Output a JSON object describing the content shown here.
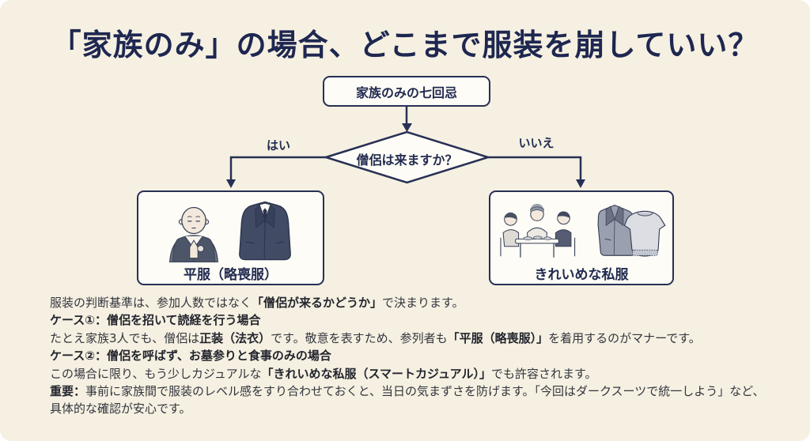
{
  "colors": {
    "background": "#f5f0e1",
    "navy": "#273055",
    "box_fill": "#fdfcf6",
    "body_text": "#33353e"
  },
  "title": "「家族のみ」の場合、どこまで服装を崩していい？",
  "flowchart": {
    "start_node": "家族のみの七回忌",
    "decision_node": "僧侶は来ますか？",
    "branch_yes": "はい",
    "branch_no": "いいえ",
    "result_left": "平服（略喪服）",
    "result_right": "きれいめな私服"
  },
  "illustrations": {
    "left_box": [
      "monk-illustration",
      "dark-suit-jacket-illustration"
    ],
    "right_box": [
      "family-meal-illustration",
      "blazer-and-sweater-illustration"
    ]
  },
  "notes": {
    "p1": [
      {
        "t": "服装の判断基準は、参加人数ではなく",
        "b": false
      },
      {
        "t": "「僧侶が来るかどうか」",
        "b": true
      },
      {
        "t": "で決まります。",
        "b": false
      }
    ],
    "p2": [
      {
        "t": "ケース①：僧侶を招いて読経を行う場合",
        "b": true
      }
    ],
    "p3": [
      {
        "t": "たとえ家族3人でも、僧侶は",
        "b": false
      },
      {
        "t": "正装（法衣）",
        "b": true
      },
      {
        "t": "です。敬意を表すため、参列者も",
        "b": false
      },
      {
        "t": "「平服（略喪服）」",
        "b": true
      },
      {
        "t": "を着用するのがマナーです。",
        "b": false
      }
    ],
    "p4": [
      {
        "t": "ケース②：僧侶を呼ばず、お墓参りと食事のみの場合",
        "b": true
      }
    ],
    "p5": [
      {
        "t": "この場合に限り、もう少しカジュアルな",
        "b": false
      },
      {
        "t": "「きれいめな私服（スマートカジュアル）」",
        "b": true
      },
      {
        "t": "でも許容されます。",
        "b": false
      }
    ],
    "p6": [
      {
        "t": "重要：",
        "b": true
      },
      {
        "t": "事前に家族間で服装のレベル感をすり合わせておくと、当日の気まずさを防げます。「今回はダークスーツで統一しよう」など、具体的な確認が安心です。",
        "b": false
      }
    ]
  }
}
